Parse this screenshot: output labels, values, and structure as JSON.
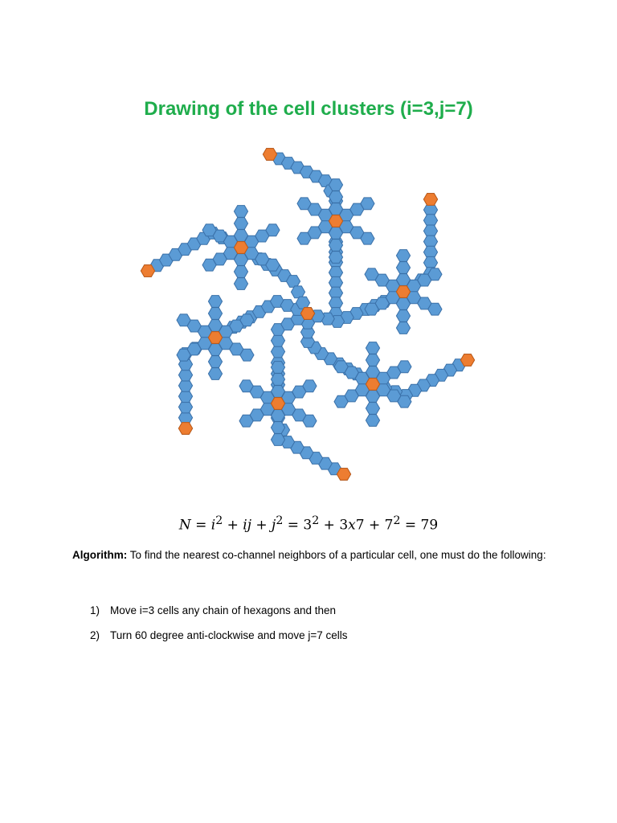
{
  "title": "Drawing of the cell clusters (i=3,j=7)",
  "diagram": {
    "cell_color": "#5b9bd5",
    "cell_stroke": "#3a70a8",
    "marker_color": "#ed7d31",
    "marker_stroke": "#c55a11"
  },
  "formula": {
    "N": "N",
    "eq1": "=",
    "i": "i",
    "sq1": "2",
    "p1": "+",
    "ij": "ij",
    "p2": "+",
    "j": "j",
    "sq2": "2",
    "eq2": "=",
    "three": "3",
    "sq3": "2",
    "p3": "+",
    "three_b": "3",
    "x": "x",
    "seven": "7",
    "p4": "+",
    "seven_b": "7",
    "sq4": "2",
    "eq3": "=",
    "result": "79"
  },
  "algorithm": {
    "label": "Algorithm:",
    "text": "To find the nearest co-channel neighbors of a particular cell, one must do the following:"
  },
  "steps": [
    {
      "num": "1)",
      "text": "Move i=3 cells any chain of hexagons and then"
    },
    {
      "num": "2)",
      "text": "Turn 60 degree anti-clockwise and move j=7 cells"
    }
  ]
}
